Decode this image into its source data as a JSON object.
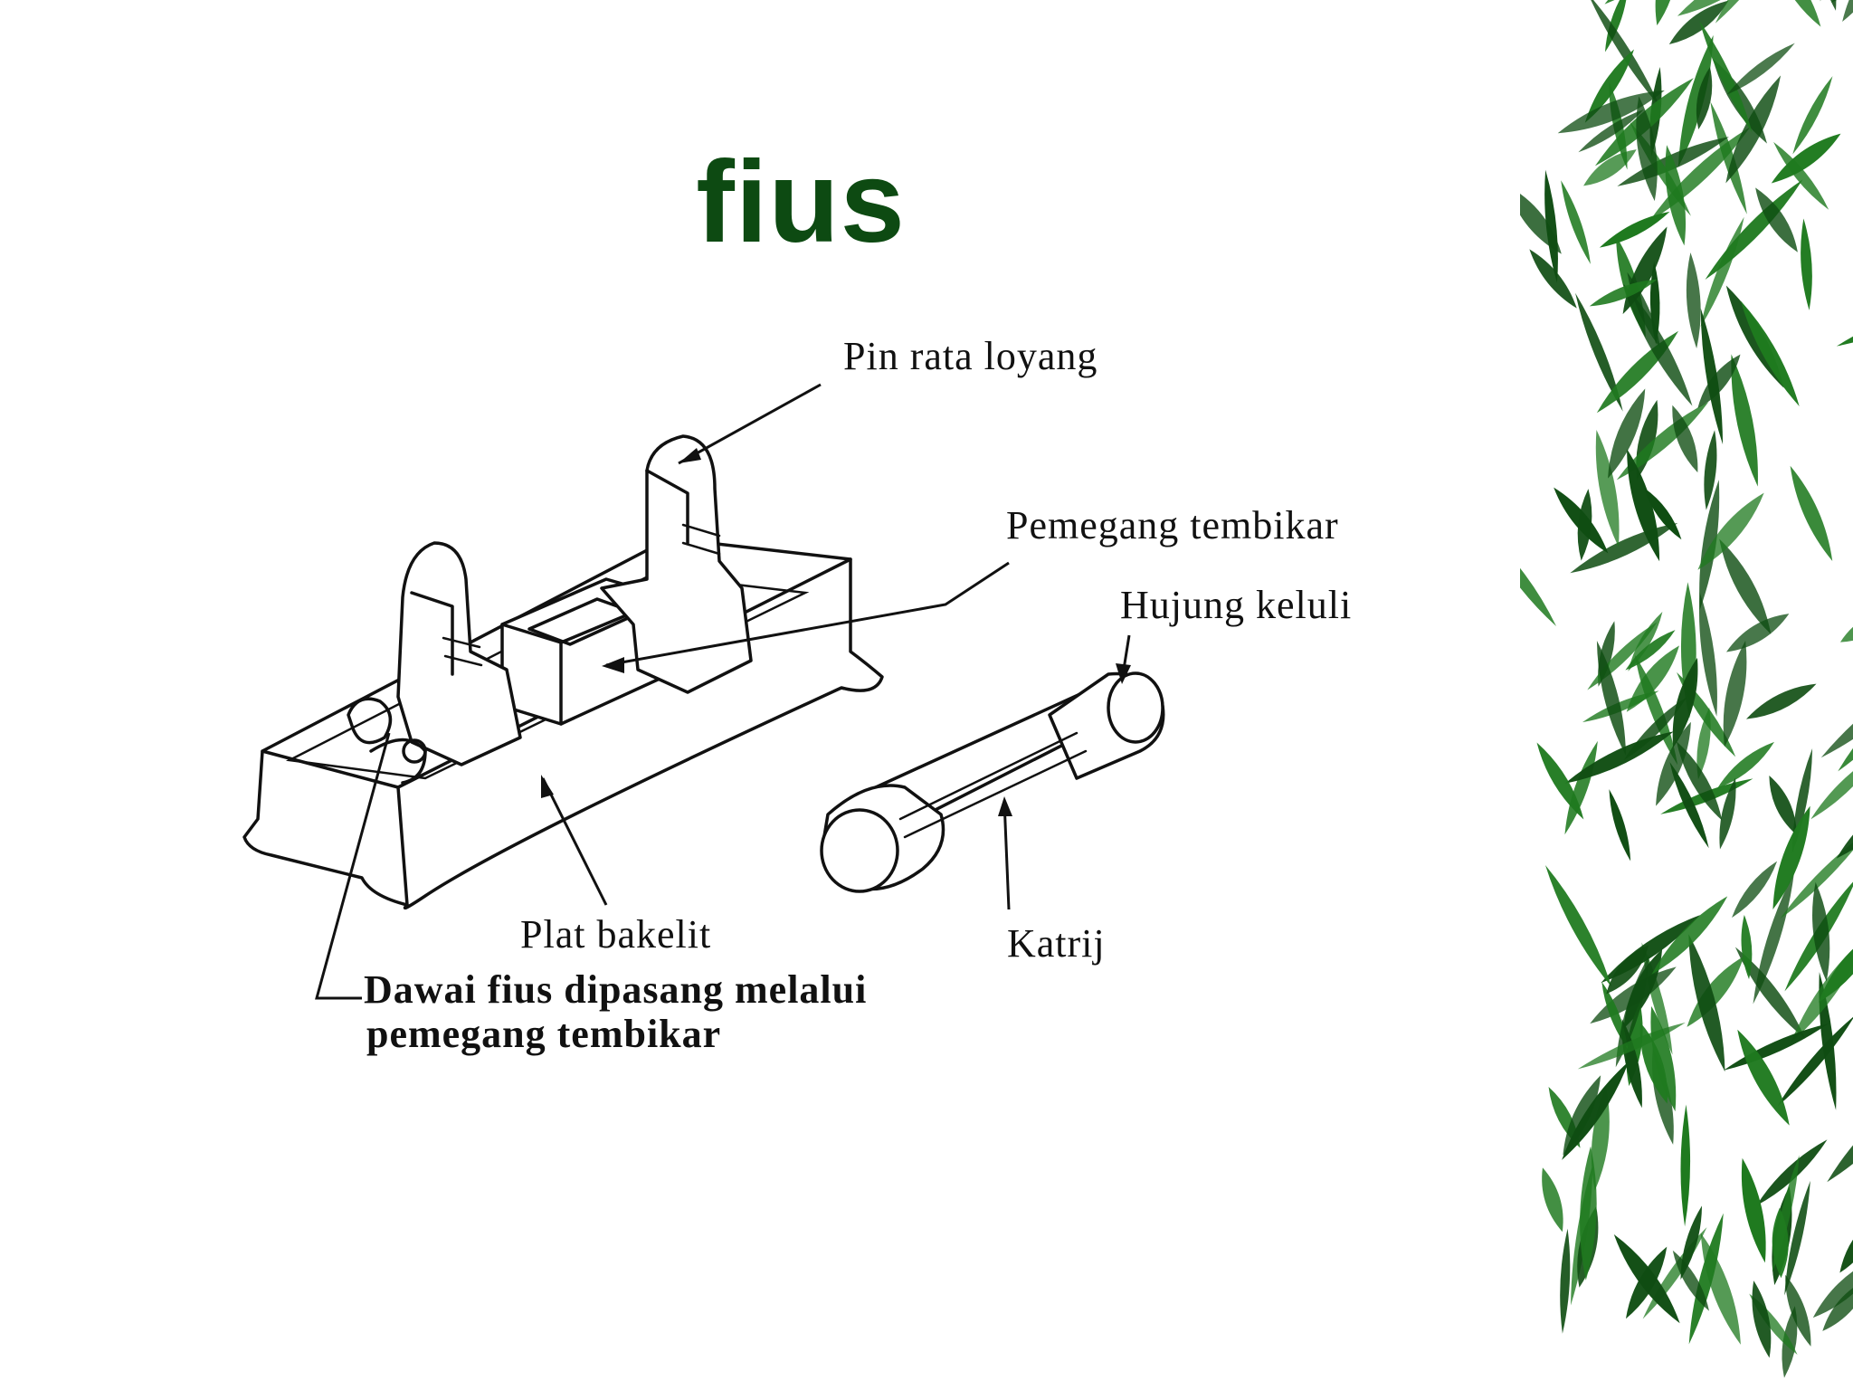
{
  "slide": {
    "title": "fius",
    "title_color": "#0d4a12"
  },
  "diagram": {
    "labels": {
      "pin_rata_loyang": "Pin rata loyang",
      "pemegang_tembikar": "Pemegang tembikar",
      "hujung_keluli": "Hujung keluli",
      "plat_bakelit": "Plat bakelit",
      "katrij": "Katrij",
      "dawai_line1": "Dawai fius dipasang melalui",
      "dawai_line2": "pemegang tembikar"
    }
  },
  "decoration": {
    "bamboo_leaf_color": "#1f7a1f",
    "bamboo_dark_color": "#0f4d12"
  }
}
